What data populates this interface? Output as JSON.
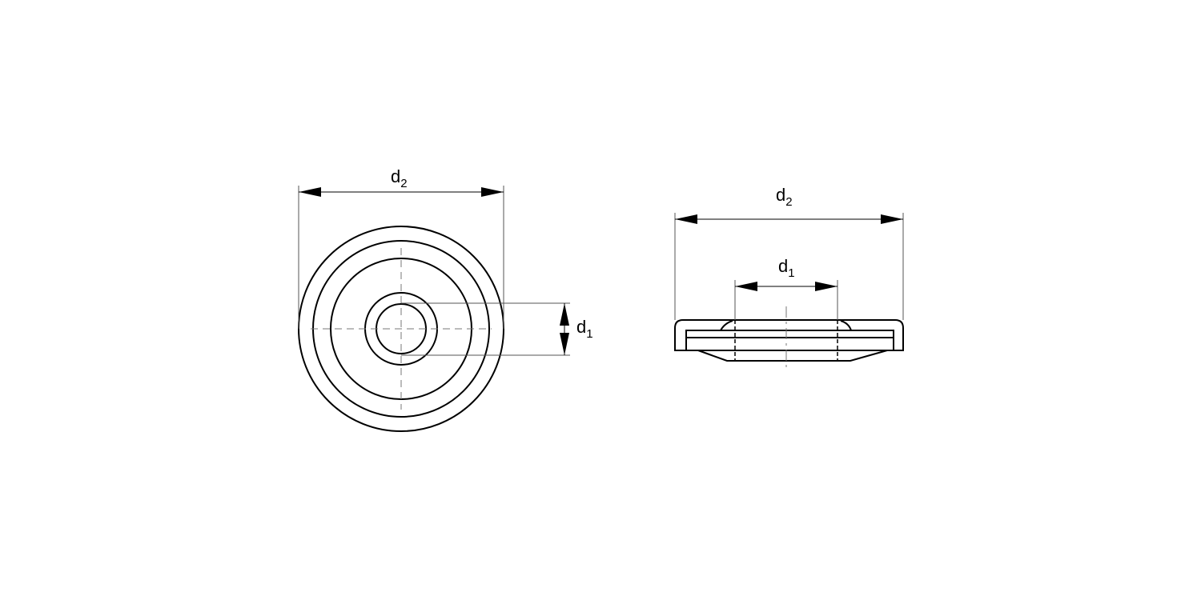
{
  "front_view": {
    "d2_label": {
      "main": "d",
      "sub": "2"
    },
    "d1_label": {
      "main": "d",
      "sub": "1"
    }
  },
  "side_view": {
    "d2_label": {
      "main": "d",
      "sub": "2"
    },
    "d1_label": {
      "main": "d",
      "sub": "1"
    }
  },
  "colors": {
    "line": "#000000",
    "thin": "#555555",
    "background": "#ffffff"
  }
}
